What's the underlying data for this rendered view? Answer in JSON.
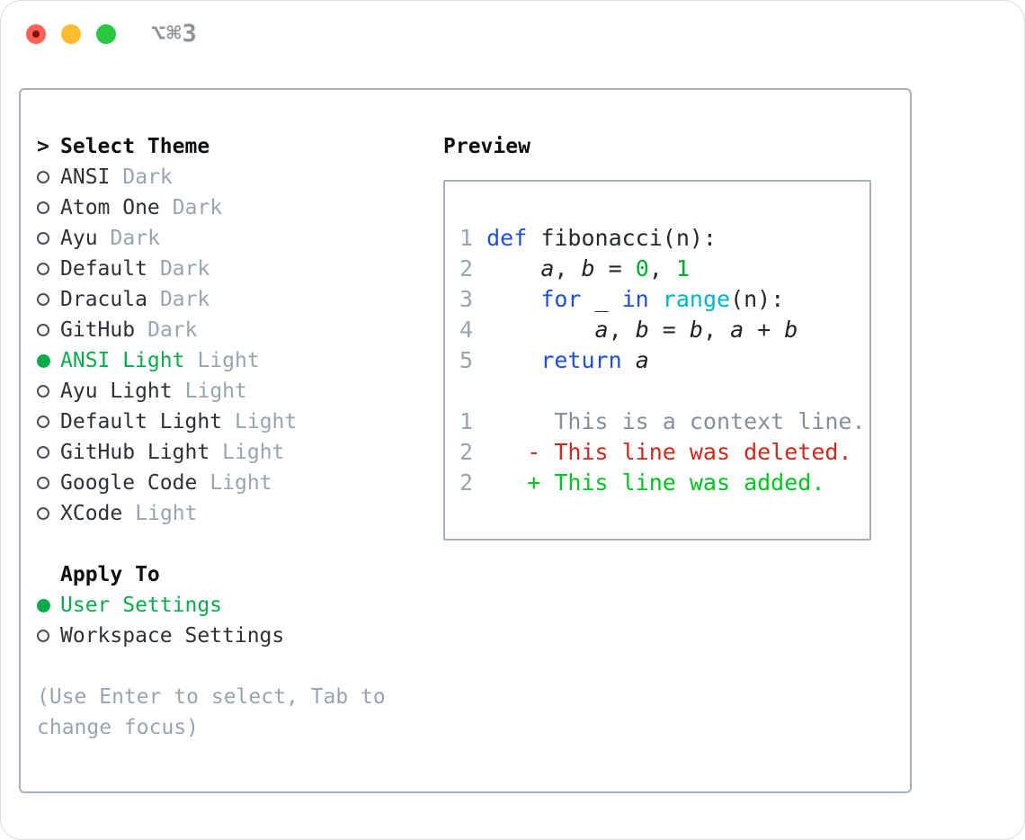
{
  "titlebar": {
    "shortcut": "⌥⌘3"
  },
  "theme_list": {
    "pointer": ">",
    "header": "Select Theme",
    "items": [
      {
        "name": "ANSI",
        "tag": "Dark",
        "selected": false
      },
      {
        "name": "Atom One",
        "tag": "Dark",
        "selected": false
      },
      {
        "name": "Ayu",
        "tag": "Dark",
        "selected": false
      },
      {
        "name": "Default",
        "tag": "Dark",
        "selected": false
      },
      {
        "name": "Dracula",
        "tag": "Dark",
        "selected": false
      },
      {
        "name": "GitHub",
        "tag": "Dark",
        "selected": false
      },
      {
        "name": "ANSI Light",
        "tag": "Light",
        "selected": true
      },
      {
        "name": "Ayu Light",
        "tag": "Light",
        "selected": false
      },
      {
        "name": "Default Light",
        "tag": "Light",
        "selected": false
      },
      {
        "name": "GitHub Light",
        "tag": "Light",
        "selected": false
      },
      {
        "name": "Google Code",
        "tag": "Light",
        "selected": false
      },
      {
        "name": "XCode",
        "tag": "Light",
        "selected": false
      }
    ]
  },
  "apply_to": {
    "header": "Apply To",
    "options": [
      {
        "label": "User Settings",
        "selected": true
      },
      {
        "label": "Workspace Settings",
        "selected": false
      }
    ]
  },
  "hint": "(Use Enter to select, Tab to change focus)",
  "preview": {
    "header": "Preview",
    "code_lines": [
      {
        "ln": "1",
        "tokens": [
          [
            " ",
            "p"
          ],
          [
            "def",
            "k"
          ],
          [
            " fibonacci(n):",
            "p"
          ]
        ]
      },
      {
        "ln": "2",
        "tokens": [
          [
            "     ",
            "p"
          ],
          [
            "a",
            "i"
          ],
          [
            ", ",
            "p"
          ],
          [
            "b",
            "i"
          ],
          [
            " = ",
            "p"
          ],
          [
            "0",
            "n"
          ],
          [
            ", ",
            "p"
          ],
          [
            "1",
            "n"
          ]
        ]
      },
      {
        "ln": "3",
        "tokens": [
          [
            "     ",
            "p"
          ],
          [
            "for",
            "k"
          ],
          [
            " _ ",
            "p"
          ],
          [
            "in",
            "k"
          ],
          [
            " ",
            "p"
          ],
          [
            "range",
            "f"
          ],
          [
            "(n):",
            "p"
          ]
        ]
      },
      {
        "ln": "4",
        "tokens": [
          [
            "         ",
            "p"
          ],
          [
            "a",
            "i"
          ],
          [
            ", ",
            "p"
          ],
          [
            "b",
            "i"
          ],
          [
            " = ",
            "p"
          ],
          [
            "b",
            "i"
          ],
          [
            ", ",
            "p"
          ],
          [
            "a",
            "i"
          ],
          [
            " + ",
            "p"
          ],
          [
            "b",
            "i"
          ]
        ]
      },
      {
        "ln": "5",
        "tokens": [
          [
            "     ",
            "p"
          ],
          [
            "return",
            "k"
          ],
          [
            " ",
            "p"
          ],
          [
            "a",
            "i"
          ]
        ]
      }
    ],
    "diff_lines": [
      {
        "ln": "1",
        "tokens": [
          [
            "      This is a context line.",
            "ctx"
          ]
        ]
      },
      {
        "ln": "2",
        "tokens": [
          [
            "    - This line was deleted.",
            "del"
          ]
        ]
      },
      {
        "ln": "2",
        "tokens": [
          [
            "    + This line was added.",
            "add"
          ]
        ]
      }
    ]
  },
  "colors": {
    "accent_green": "#0bab4c",
    "keyword_blue": "#1e4fd9",
    "function_cyan": "#00b3c8",
    "number_green": "#00ad2f",
    "added_green": "#00c41f",
    "deleted_red": "#cb2a1d",
    "context_gray": "#878f98",
    "muted_gray": "#9aa4b0",
    "panel_border": "#a7afba",
    "traffic_red": "#ff5f57",
    "traffic_yellow": "#febc2e",
    "traffic_green": "#28c840"
  }
}
